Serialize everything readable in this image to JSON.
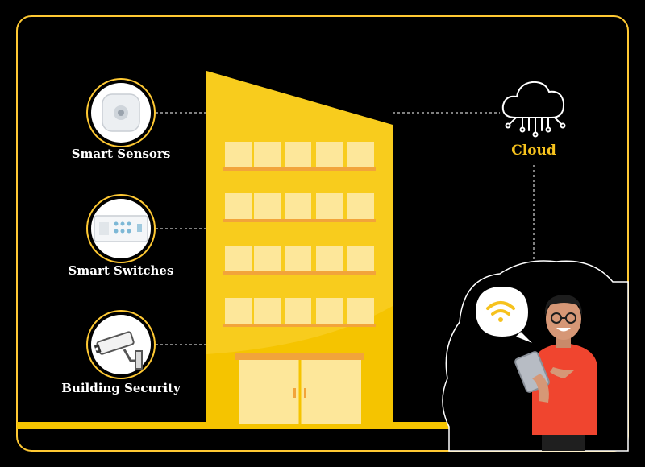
{
  "colors": {
    "accent": "#f6c21d",
    "frame": "#ffc933",
    "building": "#f5c400",
    "window": "#fde79a",
    "window_sill": "#f2a43a",
    "background": "#000000",
    "connector": "#ffffff",
    "shirt": "#f0452f",
    "tablet": "#b7bcc4"
  },
  "devices": [
    {
      "label": "Smart Sensors",
      "icon": "smart-sensor-icon"
    },
    {
      "label": "Smart Switches",
      "icon": "smart-switch-icon"
    },
    {
      "label": "Building Security",
      "icon": "security-camera-icon"
    }
  ],
  "cloud": {
    "label": "Cloud",
    "icon": "cloud-network-icon"
  },
  "user": {
    "icon": "wifi-icon",
    "figure": "person-with-tablet"
  }
}
